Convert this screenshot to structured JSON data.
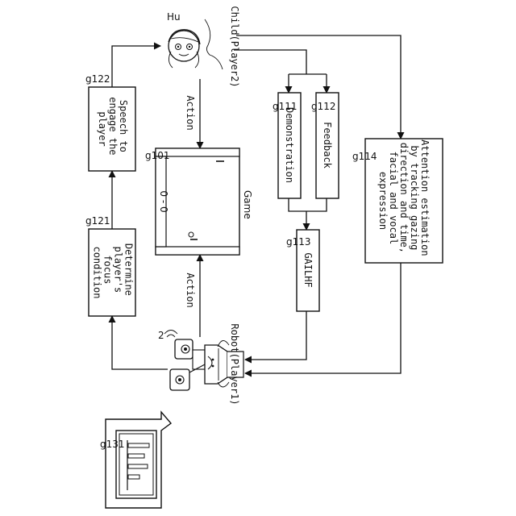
{
  "human": {
    "ref": "Hu",
    "label": "Child(Player2)"
  },
  "robot": {
    "ref": "2",
    "label": "Robot(Player1)"
  },
  "game": {
    "ref": "g101",
    "label": "Game"
  },
  "edges": {
    "action_top": "Action",
    "action_bottom": "Action"
  },
  "blocks": {
    "g121": {
      "ref": "g121",
      "lines": [
        "Determine",
        "player's",
        "focus",
        "condition"
      ]
    },
    "g122": {
      "ref": "g122",
      "lines": [
        "Speech to",
        "engage the",
        "player"
      ]
    },
    "g111": {
      "ref": "g111",
      "lines": [
        "Demonstration"
      ]
    },
    "g112": {
      "ref": "g112",
      "lines": [
        "Feedback"
      ]
    },
    "g113": {
      "ref": "g113",
      "lines": [
        "GAILHF"
      ]
    },
    "g114": {
      "ref": "g114",
      "lines": [
        "Attention estimation",
        "by tracking gazing",
        "direction and time,",
        "facial and vocal",
        "expression"
      ]
    }
  },
  "monitor": {
    "ref": "g131"
  },
  "icons": [
    "child-face-icon",
    "robot-icon",
    "monitor-chart-icon",
    "pong-game-icon"
  ]
}
